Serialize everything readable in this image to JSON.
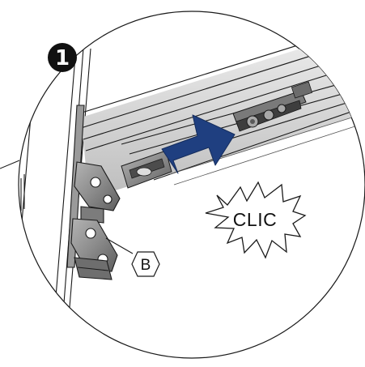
{
  "figure": {
    "step_number": "1",
    "callout_text": "CLIC",
    "part_label": "B",
    "arrow_color": "#1f3f80",
    "line_color": "#1a1a1a",
    "metal_color": "#8a8a8a",
    "background": "#ffffff",
    "icons": [
      "step-badge-icon",
      "direction-arrow-icon",
      "starburst-icon",
      "hexagon-label-icon"
    ]
  }
}
